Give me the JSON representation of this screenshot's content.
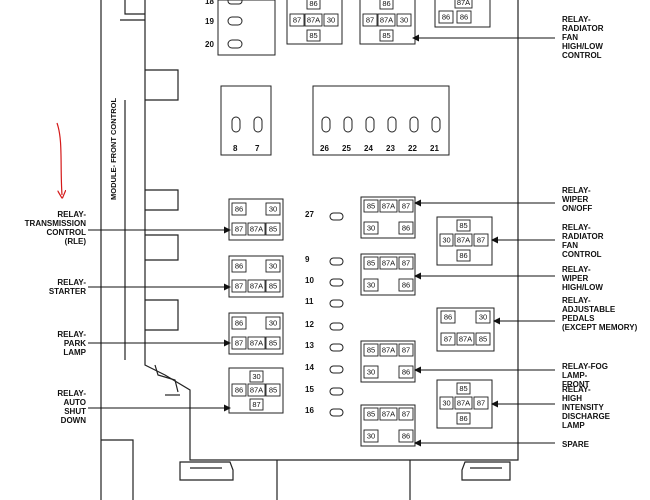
{
  "module_label": "MODULE- FRONT CONTROL",
  "left_relays": [
    {
      "label": [
        "RELAY-",
        "TRANSMISSION",
        "CONTROL",
        "(RLE)"
      ],
      "pins": [
        "86",
        "30",
        "87",
        "87A",
        "85"
      ]
    },
    {
      "label": [
        "RELAY-",
        "STARTER"
      ],
      "pins": [
        "86",
        "30",
        "87",
        "87A",
        "85"
      ]
    },
    {
      "label": [
        "RELAY-",
        "PARK",
        "LAMP"
      ],
      "pins": [
        "86",
        "30",
        "87",
        "87A",
        "85"
      ]
    },
    {
      "label": [
        "RELAY-",
        "AUTO",
        "SHUT",
        "DOWN"
      ],
      "pins": [
        "30",
        "86",
        "87A",
        "85",
        "87"
      ]
    }
  ],
  "right_relays": [
    {
      "label": [
        "RELAY-",
        "RADIATOR",
        "FAN",
        "HIGH/LOW",
        "CONTROL"
      ]
    },
    {
      "label": [
        "RELAY-",
        "WIPER",
        "ON/OFF"
      ],
      "pins": [
        "85",
        "87A",
        "87",
        "30",
        "86"
      ]
    },
    {
      "label": [
        "RELAY-",
        "RADIATOR",
        "FAN",
        "CONTROL"
      ],
      "pins": [
        "85",
        "30",
        "87A",
        "87",
        "86"
      ]
    },
    {
      "label": [
        "RELAY-",
        "WIPER",
        "HIGH/LOW"
      ],
      "pins": [
        "85",
        "87A",
        "87",
        "30",
        "86"
      ]
    },
    {
      "label": [
        "RELAY-",
        "ADJUSTABLE",
        "PEDALS",
        "(EXCEPT MEMORY)"
      ],
      "pins": [
        "86",
        "30",
        "87",
        "87A",
        "85"
      ]
    },
    {
      "label": [
        "RELAY-FOG",
        "LAMP-",
        "FRONT"
      ],
      "pins": [
        "85",
        "87A",
        "87",
        "30",
        "86"
      ]
    },
    {
      "label": [
        "RELAY-",
        "HIGH",
        "INTENSITY",
        "DISCHARGE",
        "LAMP"
      ],
      "pins": [
        "85",
        "30",
        "87A",
        "87",
        "86"
      ]
    },
    {
      "label": [
        "SPARE"
      ],
      "pins": [
        "85",
        "87A",
        "87",
        "30",
        "86"
      ]
    }
  ],
  "top_relays": [
    {
      "pins": [
        "86",
        "87",
        "87A",
        "30",
        "85"
      ]
    },
    {
      "pins": [
        "86",
        "87",
        "87A",
        "30",
        "85"
      ]
    },
    {
      "pins": [
        "87A",
        "86",
        "86"
      ]
    }
  ],
  "fuse_column": [
    "27",
    "9",
    "10",
    "11",
    "12",
    "13",
    "14",
    "15",
    "16"
  ],
  "top_fuses": [
    "18",
    "19",
    "20"
  ],
  "pair_fuses": [
    "8",
    "7"
  ],
  "row_fuses": [
    "26",
    "25",
    "24",
    "23",
    "22",
    "21"
  ]
}
